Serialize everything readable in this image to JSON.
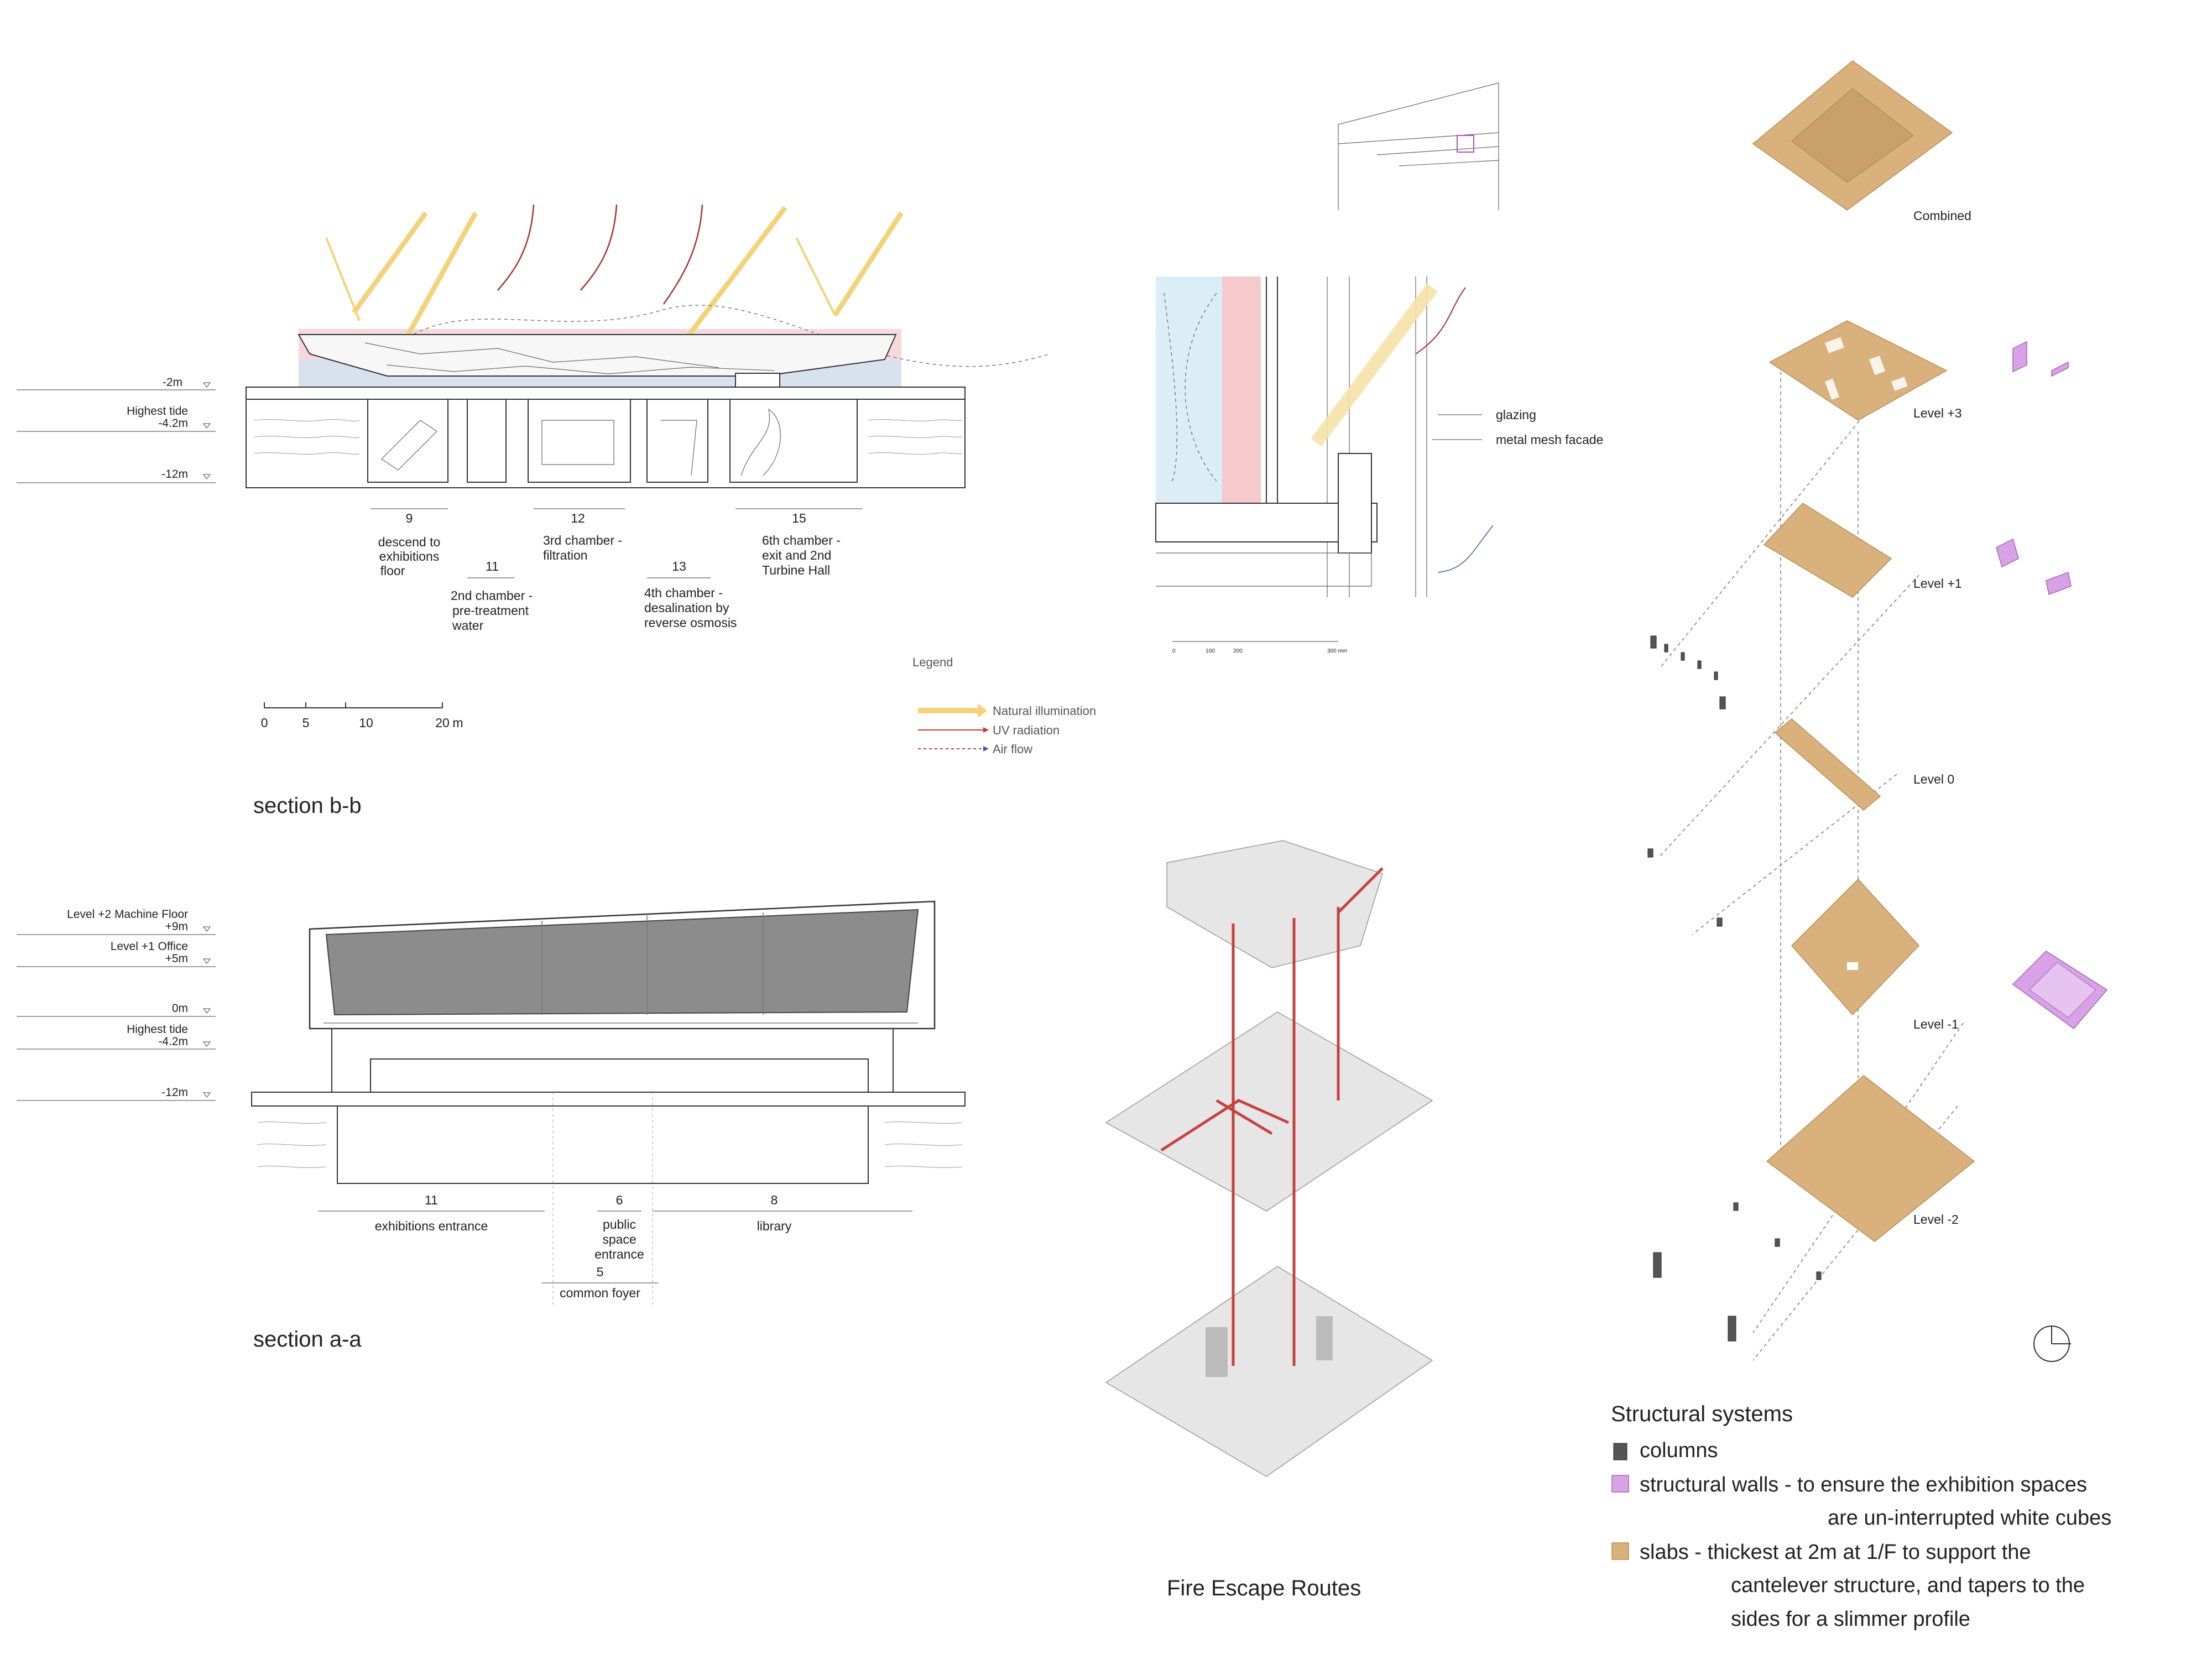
{
  "section_bb": {
    "title": "section b-b",
    "levels": {
      "l1": "-2m",
      "l2a": "Highest tide",
      "l2b": "-4.2m",
      "l3": "-12m"
    },
    "labels": {
      "n9": "9",
      "t9a": "descend to",
      "t9b": "exhibitions",
      "t9c": "floor",
      "n11": "11",
      "t11a": "2nd chamber -",
      "t11b": "pre-treatment",
      "t11c": "water",
      "n12": "12",
      "t12a": "3rd chamber -",
      "t12b": "filtration",
      "n13": "13",
      "t13a": "4th chamber -",
      "t13b": "desalination by",
      "t13c": "reverse osmosis",
      "n15": "15",
      "t15a": "6th chamber -",
      "t15b": "exit and 2nd",
      "t15c": "Turbine Hall"
    },
    "scale": {
      "s0": "0",
      "s5": "5",
      "s10": "10",
      "s20": "20",
      "unit": "m"
    },
    "legend": {
      "title": "Legend",
      "natural": "Natural illumination",
      "uv": "UV radiation",
      "air": "Air flow"
    }
  },
  "section_aa": {
    "title": "section a-a",
    "levels": {
      "l1a": "Level +2 Machine Floor",
      "l1b": "+9m",
      "l2a": "Level +1 Office",
      "l2b": "+5m",
      "l3": "0m",
      "l4a": "Highest tide",
      "l4b": "-4.2m",
      "l5": "-12m"
    },
    "labels": {
      "n11": "11",
      "t11": "exhibitions entrance",
      "n6": "6",
      "t6a": "public",
      "t6b": "space",
      "t6c": "entrance",
      "n5": "5",
      "t5": "common foyer",
      "n8": "8",
      "t8": "library"
    }
  },
  "detail": {
    "glazing": "glazing",
    "mesh": "metal mesh facade",
    "ticks": [
      "0",
      "100",
      "200",
      "300 mm"
    ]
  },
  "fire_escape": {
    "title": "Fire Escape Routes"
  },
  "structure": {
    "levels": {
      "combined": "Combined",
      "l3": "Level +3",
      "l1": "Level +1",
      "l0": "Level 0",
      "lm1": "Level -1",
      "lm2": "Level -2"
    },
    "title": "Structural systems",
    "legend": {
      "columns": "columns",
      "walls1": "structural walls - to ensure the exhibition spaces",
      "walls2": "are un-interrupted white cubes",
      "slabs1": "slabs - thickest at 2m at 1/F to support the",
      "slabs2": "cantelever structure, and tapers to the",
      "slabs3": "sides for a slimmer profile"
    },
    "colors": {
      "slab": "#d9b17c",
      "wall": "#d9a2e6",
      "column": "#555555"
    }
  }
}
